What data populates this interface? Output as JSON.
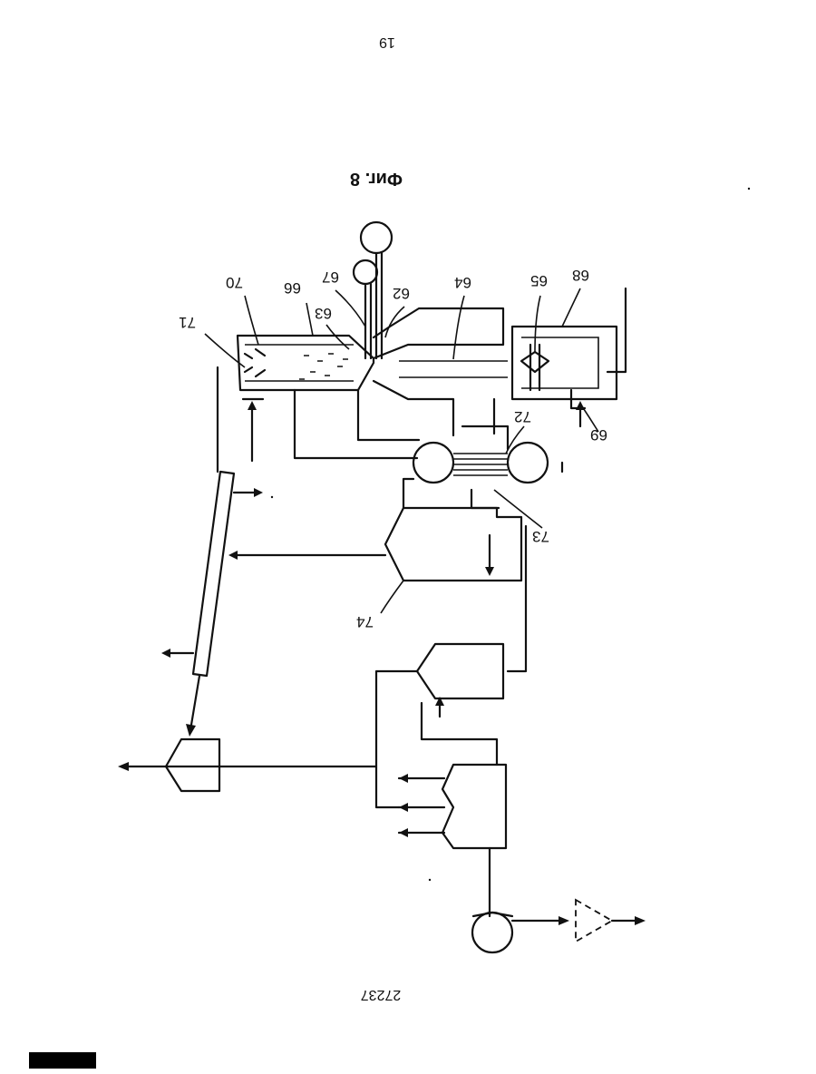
{
  "page_number": "19",
  "figure_caption": "Фиг. 8",
  "document_number": "27237",
  "reference_labels": {
    "r62": "62",
    "r63": "63",
    "r64": "64",
    "r65": "65",
    "r66": "66",
    "r67": "67",
    "r68": "68",
    "r69": "69",
    "r70": "70",
    "r71": "71",
    "r72": "72",
    "r73": "73",
    "r74": "74"
  }
}
